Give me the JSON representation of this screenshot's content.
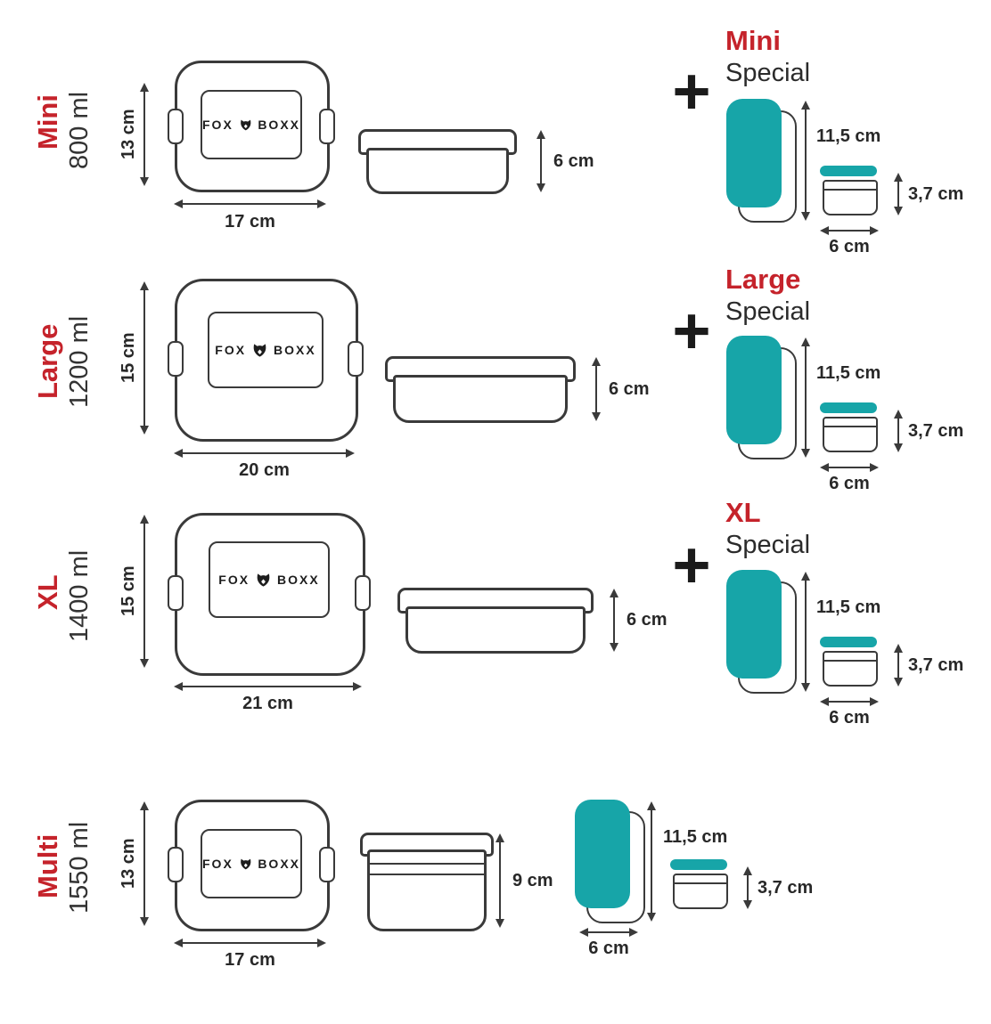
{
  "colors": {
    "red": "#c5232b",
    "teal": "#17a5a8",
    "ink": "#3a3a3a",
    "text": "#282828"
  },
  "logo": {
    "left": "FOX",
    "right": "BOXX",
    "icon": "fox-icon"
  },
  "rows": [
    {
      "name": "Mini",
      "volume": "800 ml",
      "box_height": "13 cm",
      "box_width": "17 cm",
      "side_height": "6 cm",
      "special": {
        "plus": "+",
        "title": "Mini",
        "subtitle": "Special",
        "body_height": "11,5 cm",
        "jar_height": "3,7 cm",
        "jar_width": "6 cm"
      }
    },
    {
      "name": "Large",
      "volume": "1200 ml",
      "box_height": "15 cm",
      "box_width": "20 cm",
      "side_height": "6 cm",
      "special": {
        "plus": "+",
        "title": "Large",
        "subtitle": "Special",
        "body_height": "11,5 cm",
        "jar_height": "3,7 cm",
        "jar_width": "6 cm"
      }
    },
    {
      "name": "XL",
      "volume": "1400 ml",
      "box_height": "15 cm",
      "box_width": "21 cm",
      "side_height": "6 cm",
      "special": {
        "plus": "+",
        "title": "XL",
        "subtitle": "Special",
        "body_height": "11,5 cm",
        "jar_height": "3,7 cm",
        "jar_width": "6 cm"
      }
    },
    {
      "name": "Multi",
      "volume": "1550 ml",
      "box_height": "13 cm",
      "box_width": "17 cm",
      "side_height": "9 cm",
      "special": {
        "body_height": "11,5 cm",
        "jar_height": "3,7 cm",
        "jar_width": "6 cm"
      }
    }
  ]
}
